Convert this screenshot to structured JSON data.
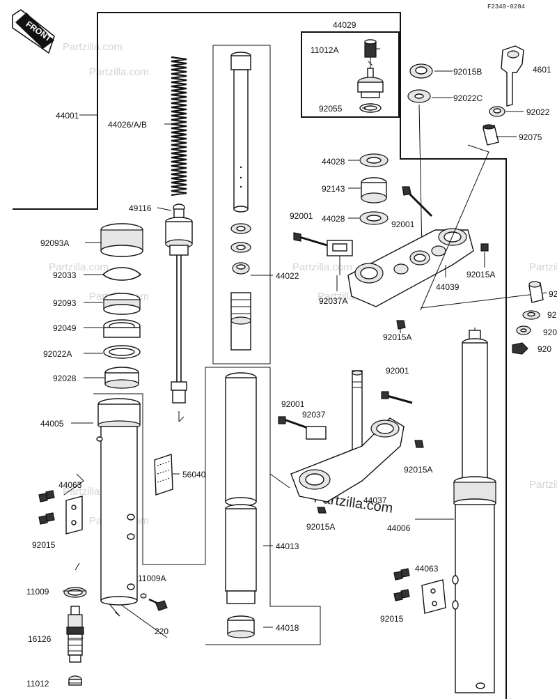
{
  "diagram_code": "F2340-0284",
  "front_label": "FRONT",
  "watermark": "Partzilla.com",
  "parts": {
    "p44029": "44029",
    "p11012A": "11012A",
    "p92055": "92055",
    "p92015B": "92015B",
    "p4601": "4601",
    "p92022C": "92022C",
    "p92022": "92022",
    "p92075": "92075",
    "p44001": "44001",
    "p44026": "44026/A/B",
    "p44028a": "44028",
    "p92143": "92143",
    "p44028b": "44028",
    "p92001a": "92001",
    "p92001b": "92001",
    "p49116": "49116",
    "p92093A": "92093A",
    "p92033": "92033",
    "p92093": "92093",
    "p92049": "92049",
    "p92022A": "92022A",
    "p92028": "92028",
    "p44022": "44022",
    "p92037A": "92037A",
    "p44039": "44039",
    "p92015A_a": "92015A",
    "p92015A_b": "92015A",
    "p92_r1": "92",
    "p92_r2": "92",
    "p920_r3": "920",
    "p920_r4": "920",
    "p44005": "44005",
    "p56040": "56040",
    "p92001c": "92001",
    "p92001d": "92001",
    "p92037": "92037",
    "p92015A_c": "92015A",
    "p44037": "44037",
    "p92015A_d": "92015A",
    "p44006": "44006",
    "p44063a": "44063",
    "p92015a": "92015",
    "p44013": "44013",
    "p11009A": "11009A",
    "p11009": "11009",
    "p220": "220",
    "p16126": "16126",
    "p44018": "44018",
    "p11012": "11012",
    "p44063b": "44063",
    "p92015b": "92015"
  }
}
